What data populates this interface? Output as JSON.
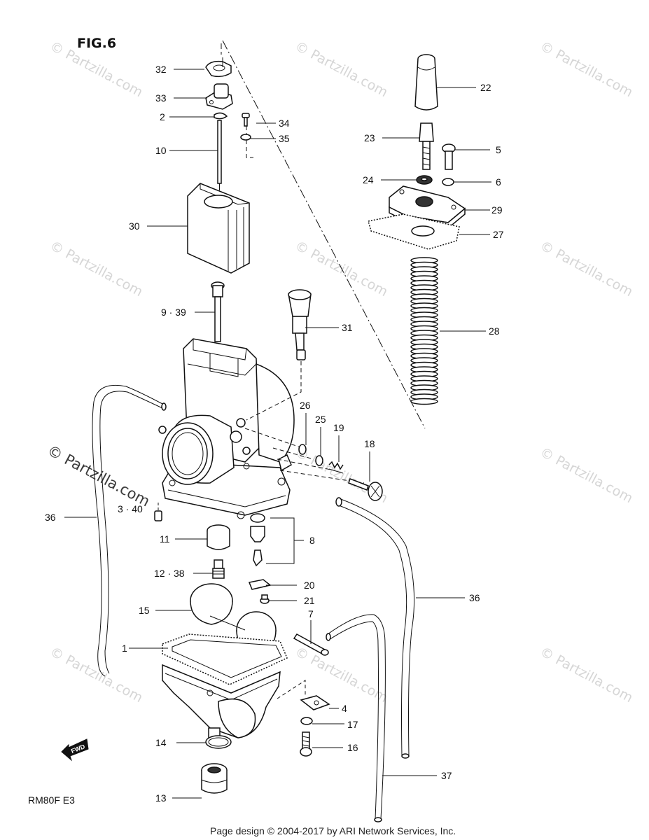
{
  "figure_label": "FIG.6",
  "model_code": "RM80F  E3",
  "footer": "Page design © 2004-2017 by ARI Network Services, Inc.",
  "watermark": "© Partzilla.com",
  "fwd_label": "FWD",
  "callouts": [
    {
      "id": "32",
      "text": "32"
    },
    {
      "id": "33",
      "text": "33"
    },
    {
      "id": "2",
      "text": "2"
    },
    {
      "id": "34",
      "text": "34"
    },
    {
      "id": "35",
      "text": "35"
    },
    {
      "id": "10",
      "text": "10"
    },
    {
      "id": "30",
      "text": "30"
    },
    {
      "id": "9-39",
      "text": "9 · 39"
    },
    {
      "id": "31",
      "text": "31"
    },
    {
      "id": "22",
      "text": "22"
    },
    {
      "id": "23",
      "text": "23"
    },
    {
      "id": "5",
      "text": "5"
    },
    {
      "id": "24",
      "text": "24"
    },
    {
      "id": "6",
      "text": "6"
    },
    {
      "id": "29",
      "text": "29"
    },
    {
      "id": "27",
      "text": "27"
    },
    {
      "id": "28",
      "text": "28"
    },
    {
      "id": "26",
      "text": "26"
    },
    {
      "id": "25",
      "text": "25"
    },
    {
      "id": "19",
      "text": "19"
    },
    {
      "id": "18",
      "text": "18"
    },
    {
      "id": "3-40",
      "text": "3 · 40"
    },
    {
      "id": "36a",
      "text": "36"
    },
    {
      "id": "11",
      "text": "11"
    },
    {
      "id": "8",
      "text": "8"
    },
    {
      "id": "12-38",
      "text": "12 · 38"
    },
    {
      "id": "20",
      "text": "20"
    },
    {
      "id": "21",
      "text": "21"
    },
    {
      "id": "36b",
      "text": "36"
    },
    {
      "id": "15",
      "text": "15"
    },
    {
      "id": "7",
      "text": "7"
    },
    {
      "id": "1",
      "text": "1"
    },
    {
      "id": "4",
      "text": "4"
    },
    {
      "id": "17",
      "text": "17"
    },
    {
      "id": "14",
      "text": "14"
    },
    {
      "id": "16",
      "text": "16"
    },
    {
      "id": "37",
      "text": "37"
    },
    {
      "id": "13",
      "text": "13"
    }
  ]
}
